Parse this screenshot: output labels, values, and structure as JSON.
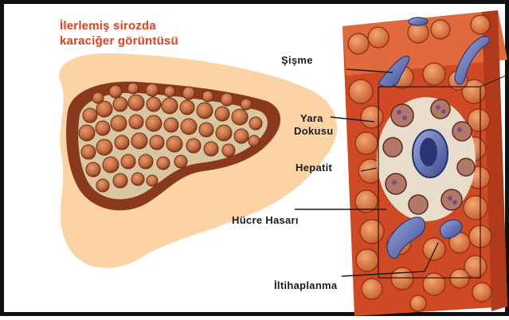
{
  "title": {
    "line1": "İlerlemiş sirozda",
    "line2": "karaciğer görüntüsü"
  },
  "labels": {
    "swelling": "Şişme",
    "scar_line1": "Yara",
    "scar_line2": "Dokusu",
    "hepatitis": "Hepatit",
    "cell_damage": "Hücre Hasarı",
    "inflammation": "İltihaplanma"
  },
  "colors": {
    "liver_silhouette": "#fbd3a4",
    "cirrhotic_nodule": "#b8613c",
    "tissue_red": "#d2502a",
    "vessel_blue": "#6d7ec4",
    "title_red": "#e0401c",
    "frame": "#111111"
  }
}
